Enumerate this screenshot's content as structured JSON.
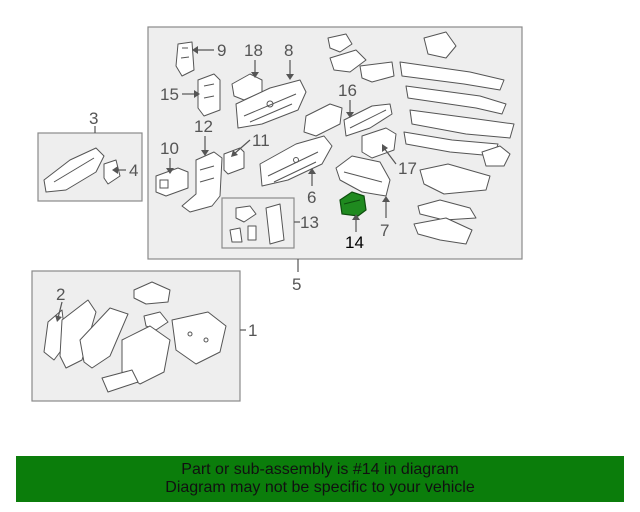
{
  "callouts": {
    "c1": "1",
    "c2": "2",
    "c3": "3",
    "c4": "4",
    "c5": "5",
    "c6": "6",
    "c7": "7",
    "c8": "8",
    "c9": "9",
    "c10": "10",
    "c11": "11",
    "c12": "12",
    "c13": "13",
    "c14": "14",
    "c15": "15",
    "c16": "16",
    "c17": "17",
    "c18": "18"
  },
  "highlight": {
    "part_number": "14",
    "color": "#1f8a1f"
  },
  "banner": {
    "line1": "Part or sub-assembly is #14 in diagram",
    "line2": "Diagram may not be specific to your vehicle",
    "background": "#0b7d0b"
  }
}
